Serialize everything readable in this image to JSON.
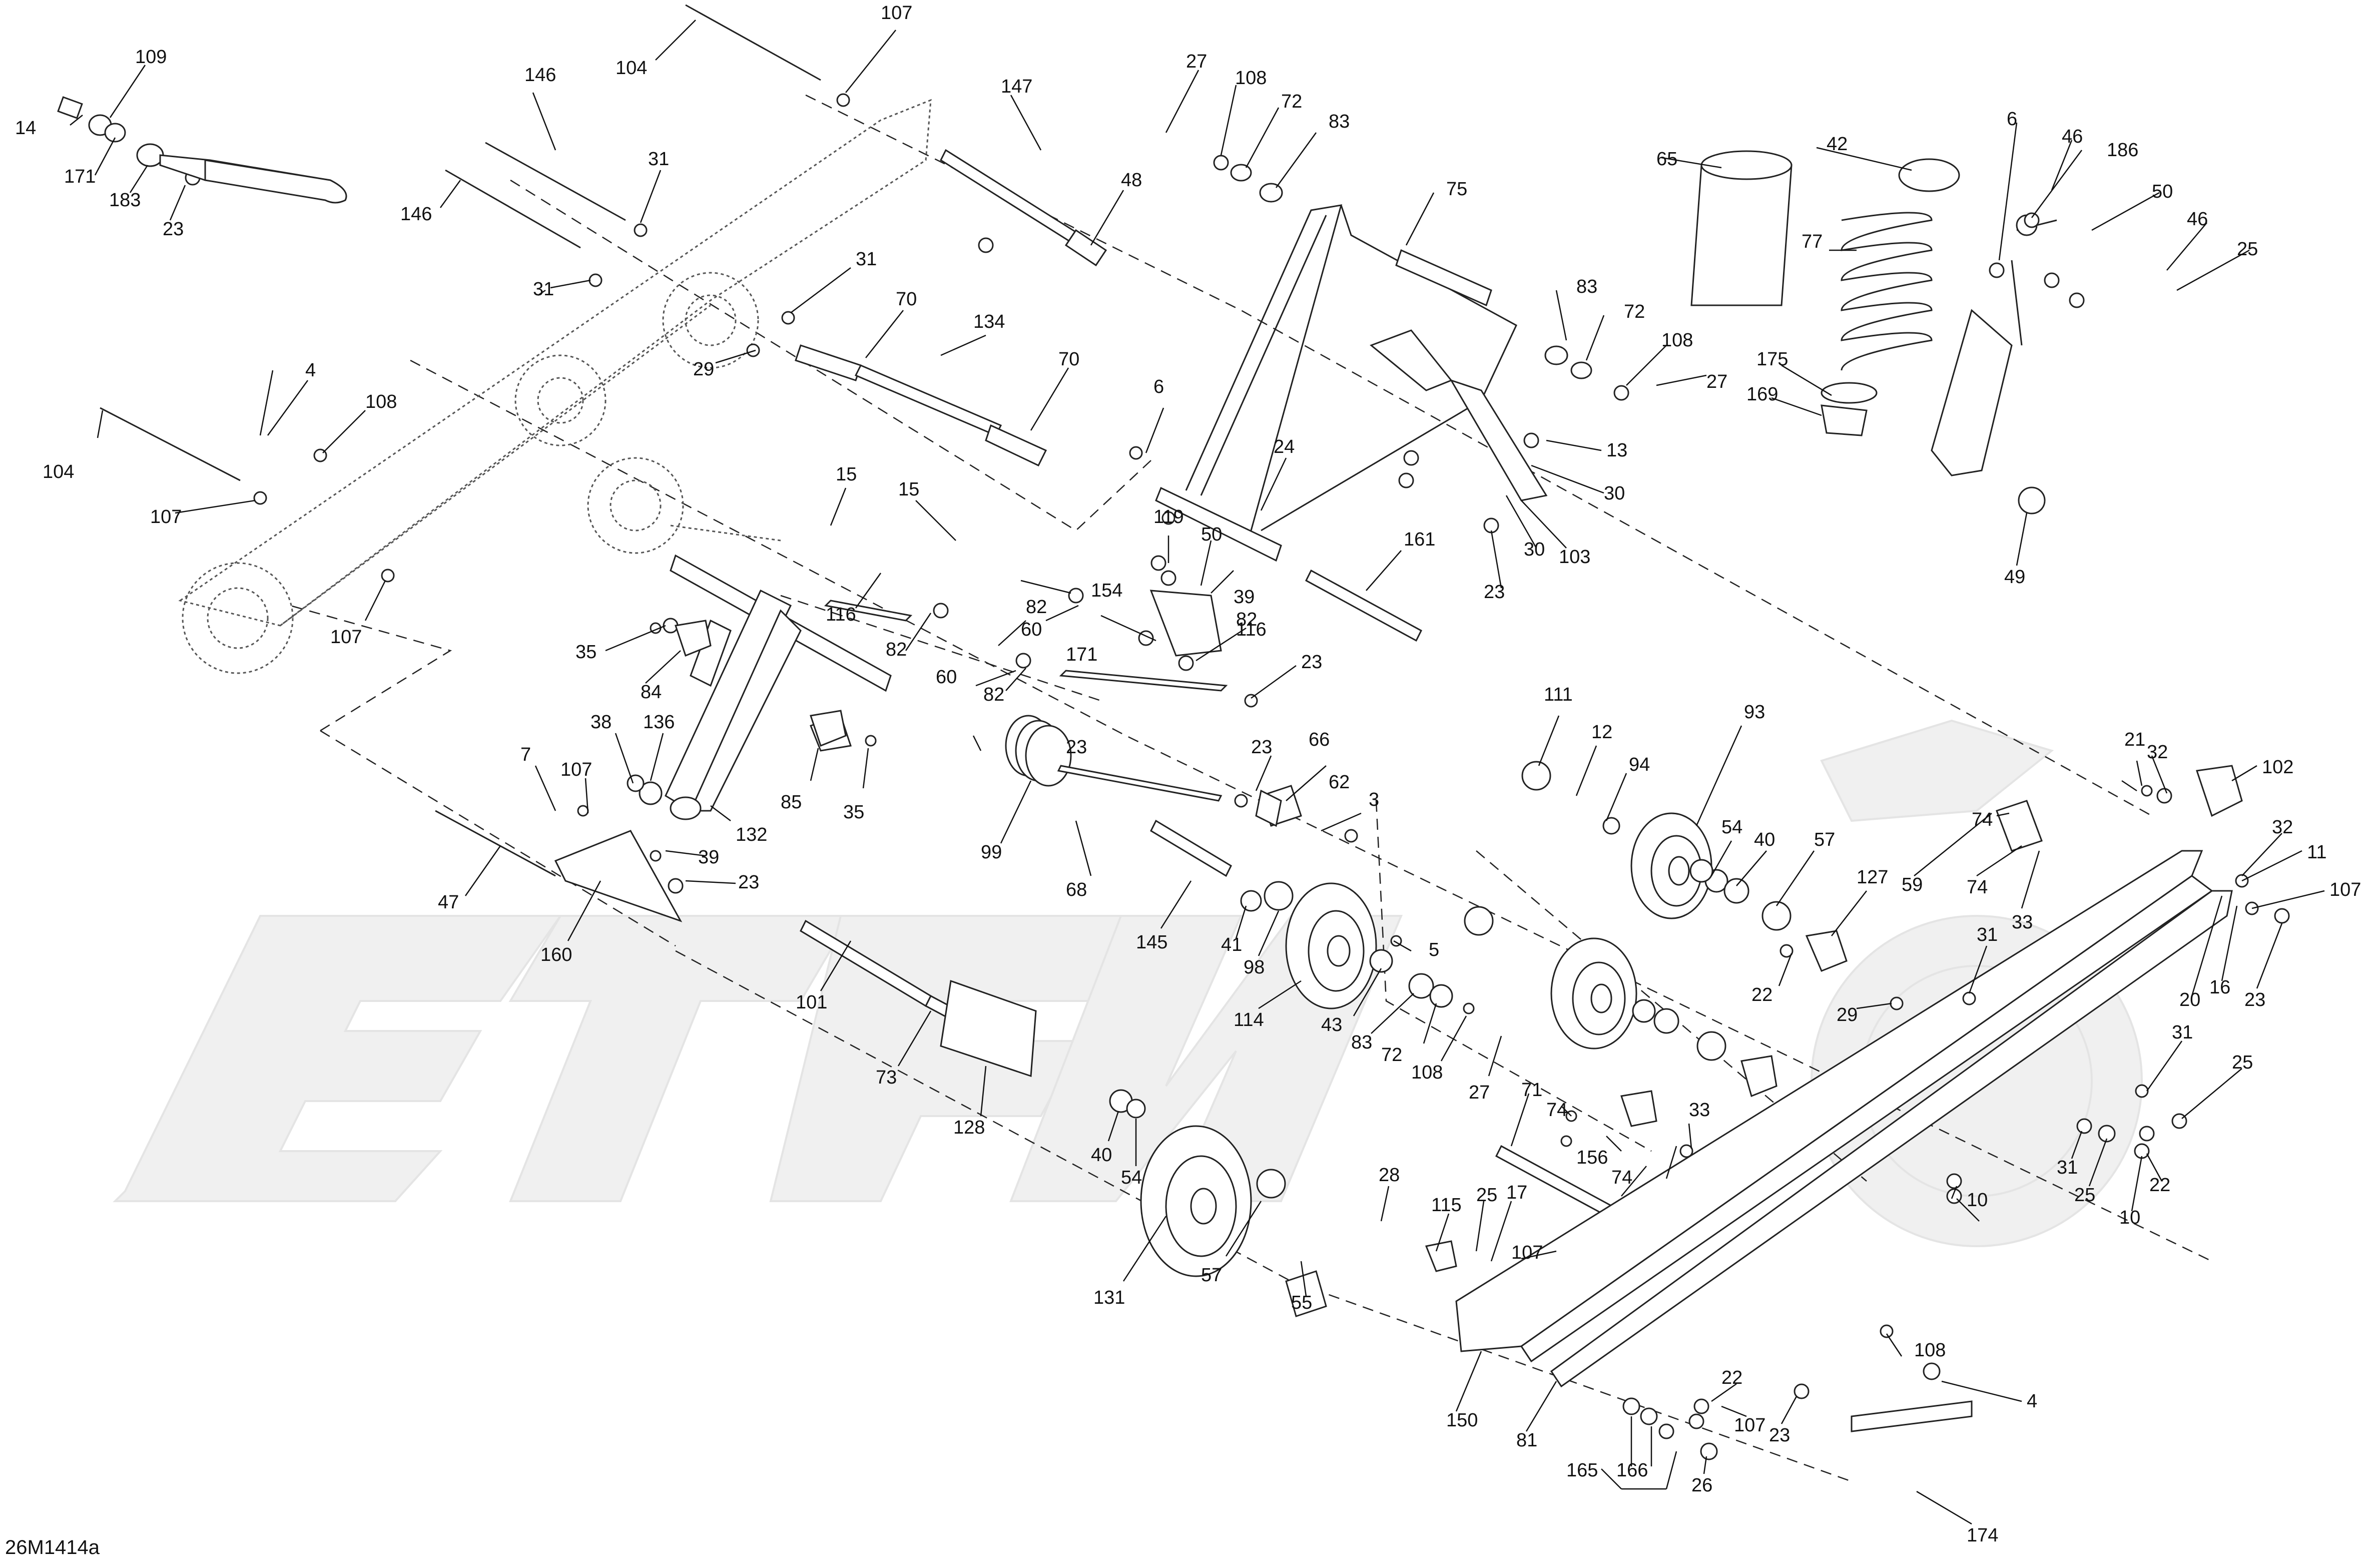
{
  "figure_ref": "26M1414a",
  "callouts": [
    {
      "id": "c14",
      "label": "14"
    },
    {
      "id": "c109",
      "label": "109"
    },
    {
      "id": "c171a",
      "label": "171"
    },
    {
      "id": "c183",
      "label": "183"
    },
    {
      "id": "c23a",
      "label": "23"
    },
    {
      "id": "c104a",
      "label": "104"
    },
    {
      "id": "c107a",
      "label": "107"
    },
    {
      "id": "c146a",
      "label": "146"
    },
    {
      "id": "c146b",
      "label": "146"
    },
    {
      "id": "c31a",
      "label": "31"
    },
    {
      "id": "c31b",
      "label": "31"
    },
    {
      "id": "c31c",
      "label": "31"
    },
    {
      "id": "c147",
      "label": "147"
    },
    {
      "id": "c48",
      "label": "48"
    },
    {
      "id": "c70a",
      "label": "70"
    },
    {
      "id": "c134",
      "label": "134"
    },
    {
      "id": "c70b",
      "label": "70"
    },
    {
      "id": "c29a",
      "label": "29"
    },
    {
      "id": "c4a",
      "label": "4"
    },
    {
      "id": "c108a",
      "label": "108"
    },
    {
      "id": "c104b",
      "label": "104"
    },
    {
      "id": "c107b",
      "label": "107"
    },
    {
      "id": "c107c",
      "label": "107"
    },
    {
      "id": "c27a",
      "label": "27"
    },
    {
      "id": "c108b",
      "label": "108"
    },
    {
      "id": "c72a",
      "label": "72"
    },
    {
      "id": "c83a",
      "label": "83"
    },
    {
      "id": "c75",
      "label": "75"
    },
    {
      "id": "c65",
      "label": "65"
    },
    {
      "id": "c42",
      "label": "42"
    },
    {
      "id": "c77",
      "label": "77"
    },
    {
      "id": "c6a",
      "label": "6"
    },
    {
      "id": "c46a",
      "label": "46"
    },
    {
      "id": "c186",
      "label": "186"
    },
    {
      "id": "c50a",
      "label": "50"
    },
    {
      "id": "c46b",
      "label": "46"
    },
    {
      "id": "c25a",
      "label": "25"
    },
    {
      "id": "c83b",
      "label": "83"
    },
    {
      "id": "c72b",
      "label": "72"
    },
    {
      "id": "c108c",
      "label": "108"
    },
    {
      "id": "c27b",
      "label": "27"
    },
    {
      "id": "c175",
      "label": "175"
    },
    {
      "id": "c169",
      "label": "169"
    },
    {
      "id": "c13",
      "label": "13"
    },
    {
      "id": "c30a",
      "label": "30"
    },
    {
      "id": "c30b",
      "label": "30"
    },
    {
      "id": "c103",
      "label": "103"
    },
    {
      "id": "c23b",
      "label": "23"
    },
    {
      "id": "c49",
      "label": "49"
    },
    {
      "id": "c6b",
      "label": "6"
    },
    {
      "id": "c24",
      "label": "24"
    },
    {
      "id": "c119",
      "label": "119"
    },
    {
      "id": "c50b",
      "label": "50"
    },
    {
      "id": "c39a",
      "label": "39"
    },
    {
      "id": "c161",
      "label": "161"
    },
    {
      "id": "c15a",
      "label": "15"
    },
    {
      "id": "c15b",
      "label": "15"
    },
    {
      "id": "c116a",
      "label": "116"
    },
    {
      "id": "c82a",
      "label": "82"
    },
    {
      "id": "c82b",
      "label": "82"
    },
    {
      "id": "c60a",
      "label": "60"
    },
    {
      "id": "c154",
      "label": "154"
    },
    {
      "id": "c82c",
      "label": "82"
    },
    {
      "id": "c171b",
      "label": "171"
    },
    {
      "id": "c60b",
      "label": "60"
    },
    {
      "id": "c82d",
      "label": "82"
    },
    {
      "id": "c116b",
      "label": "116"
    },
    {
      "id": "c23c",
      "label": "23"
    },
    {
      "id": "c35a",
      "label": "35"
    },
    {
      "id": "c84",
      "label": "84"
    },
    {
      "id": "c38",
      "label": "38"
    },
    {
      "id": "c136",
      "label": "136"
    },
    {
      "id": "c85",
      "label": "85"
    },
    {
      "id": "c35b",
      "label": "35"
    },
    {
      "id": "c23d",
      "label": "23"
    },
    {
      "id": "c7",
      "label": "7"
    },
    {
      "id": "c107d",
      "label": "107"
    },
    {
      "id": "c132",
      "label": "132"
    },
    {
      "id": "c99",
      "label": "99"
    },
    {
      "id": "c23e",
      "label": "23"
    },
    {
      "id": "c66",
      "label": "66"
    },
    {
      "id": "c62",
      "label": "62"
    },
    {
      "id": "c3",
      "label": "3"
    },
    {
      "id": "c68",
      "label": "68"
    },
    {
      "id": "c39b",
      "label": "39"
    },
    {
      "id": "c23f",
      "label": "23"
    },
    {
      "id": "c47",
      "label": "47"
    },
    {
      "id": "c160",
      "label": "160"
    },
    {
      "id": "c145",
      "label": "145"
    },
    {
      "id": "c41",
      "label": "41"
    },
    {
      "id": "c98",
      "label": "98"
    },
    {
      "id": "c101",
      "label": "101"
    },
    {
      "id": "c114",
      "label": "114"
    },
    {
      "id": "c73",
      "label": "73"
    },
    {
      "id": "c128",
      "label": "128"
    },
    {
      "id": "c40a",
      "label": "40"
    },
    {
      "id": "c54a",
      "label": "54"
    },
    {
      "id": "c131",
      "label": "131"
    },
    {
      "id": "c57a",
      "label": "57"
    },
    {
      "id": "c55",
      "label": "55"
    },
    {
      "id": "c111",
      "label": "111"
    },
    {
      "id": "c12",
      "label": "12"
    },
    {
      "id": "c94",
      "label": "94"
    },
    {
      "id": "c93",
      "label": "93"
    },
    {
      "id": "c54b",
      "label": "54"
    },
    {
      "id": "c40b",
      "label": "40"
    },
    {
      "id": "c57b",
      "label": "57"
    },
    {
      "id": "c127",
      "label": "127"
    },
    {
      "id": "c5",
      "label": "5"
    },
    {
      "id": "c43",
      "label": "43"
    },
    {
      "id": "c83c",
      "label": "83"
    },
    {
      "id": "c72c",
      "label": "72"
    },
    {
      "id": "c108d",
      "label": "108"
    },
    {
      "id": "c27c",
      "label": "27"
    },
    {
      "id": "c22a",
      "label": "22"
    },
    {
      "id": "c29b",
      "label": "29"
    },
    {
      "id": "c31d",
      "label": "31"
    },
    {
      "id": "c74a",
      "label": "74"
    },
    {
      "id": "c59",
      "label": "59"
    },
    {
      "id": "c74b",
      "label": "74"
    },
    {
      "id": "c33a",
      "label": "33"
    },
    {
      "id": "c21",
      "label": "21"
    },
    {
      "id": "c32a",
      "label": "32"
    },
    {
      "id": "c102",
      "label": "102"
    },
    {
      "id": "c32b",
      "label": "32"
    },
    {
      "id": "c11",
      "label": "11"
    },
    {
      "id": "c107e",
      "label": "107"
    },
    {
      "id": "c20",
      "label": "20"
    },
    {
      "id": "c16",
      "label": "16"
    },
    {
      "id": "c23g",
      "label": "23"
    },
    {
      "id": "c31e",
      "label": "31"
    },
    {
      "id": "c25b",
      "label": "25"
    },
    {
      "id": "c22b",
      "label": "22"
    },
    {
      "id": "c31f",
      "label": "31"
    },
    {
      "id": "c25c",
      "label": "25"
    },
    {
      "id": "c10a",
      "label": "10"
    },
    {
      "id": "c10b",
      "label": "10"
    },
    {
      "id": "c71",
      "label": "71"
    },
    {
      "id": "c74c",
      "label": "74"
    },
    {
      "id": "c156",
      "label": "156"
    },
    {
      "id": "c74d",
      "label": "74"
    },
    {
      "id": "c33b",
      "label": "33"
    },
    {
      "id": "c28",
      "label": "28"
    },
    {
      "id": "c115",
      "label": "115"
    },
    {
      "id": "c25d",
      "label": "25"
    },
    {
      "id": "c17",
      "label": "17"
    },
    {
      "id": "c107f",
      "label": "107"
    },
    {
      "id": "c150",
      "label": "150"
    },
    {
      "id": "c81",
      "label": "81"
    },
    {
      "id": "c108e",
      "label": "108"
    },
    {
      "id": "c4b",
      "label": "4"
    },
    {
      "id": "c22c",
      "label": "22"
    },
    {
      "id": "c107g",
      "label": "107"
    },
    {
      "id": "c23h",
      "label": "23"
    },
    {
      "id": "c165",
      "label": "165"
    },
    {
      "id": "c166",
      "label": "166"
    },
    {
      "id": "c26",
      "label": "26"
    },
    {
      "id": "c174",
      "label": "174"
    }
  ]
}
